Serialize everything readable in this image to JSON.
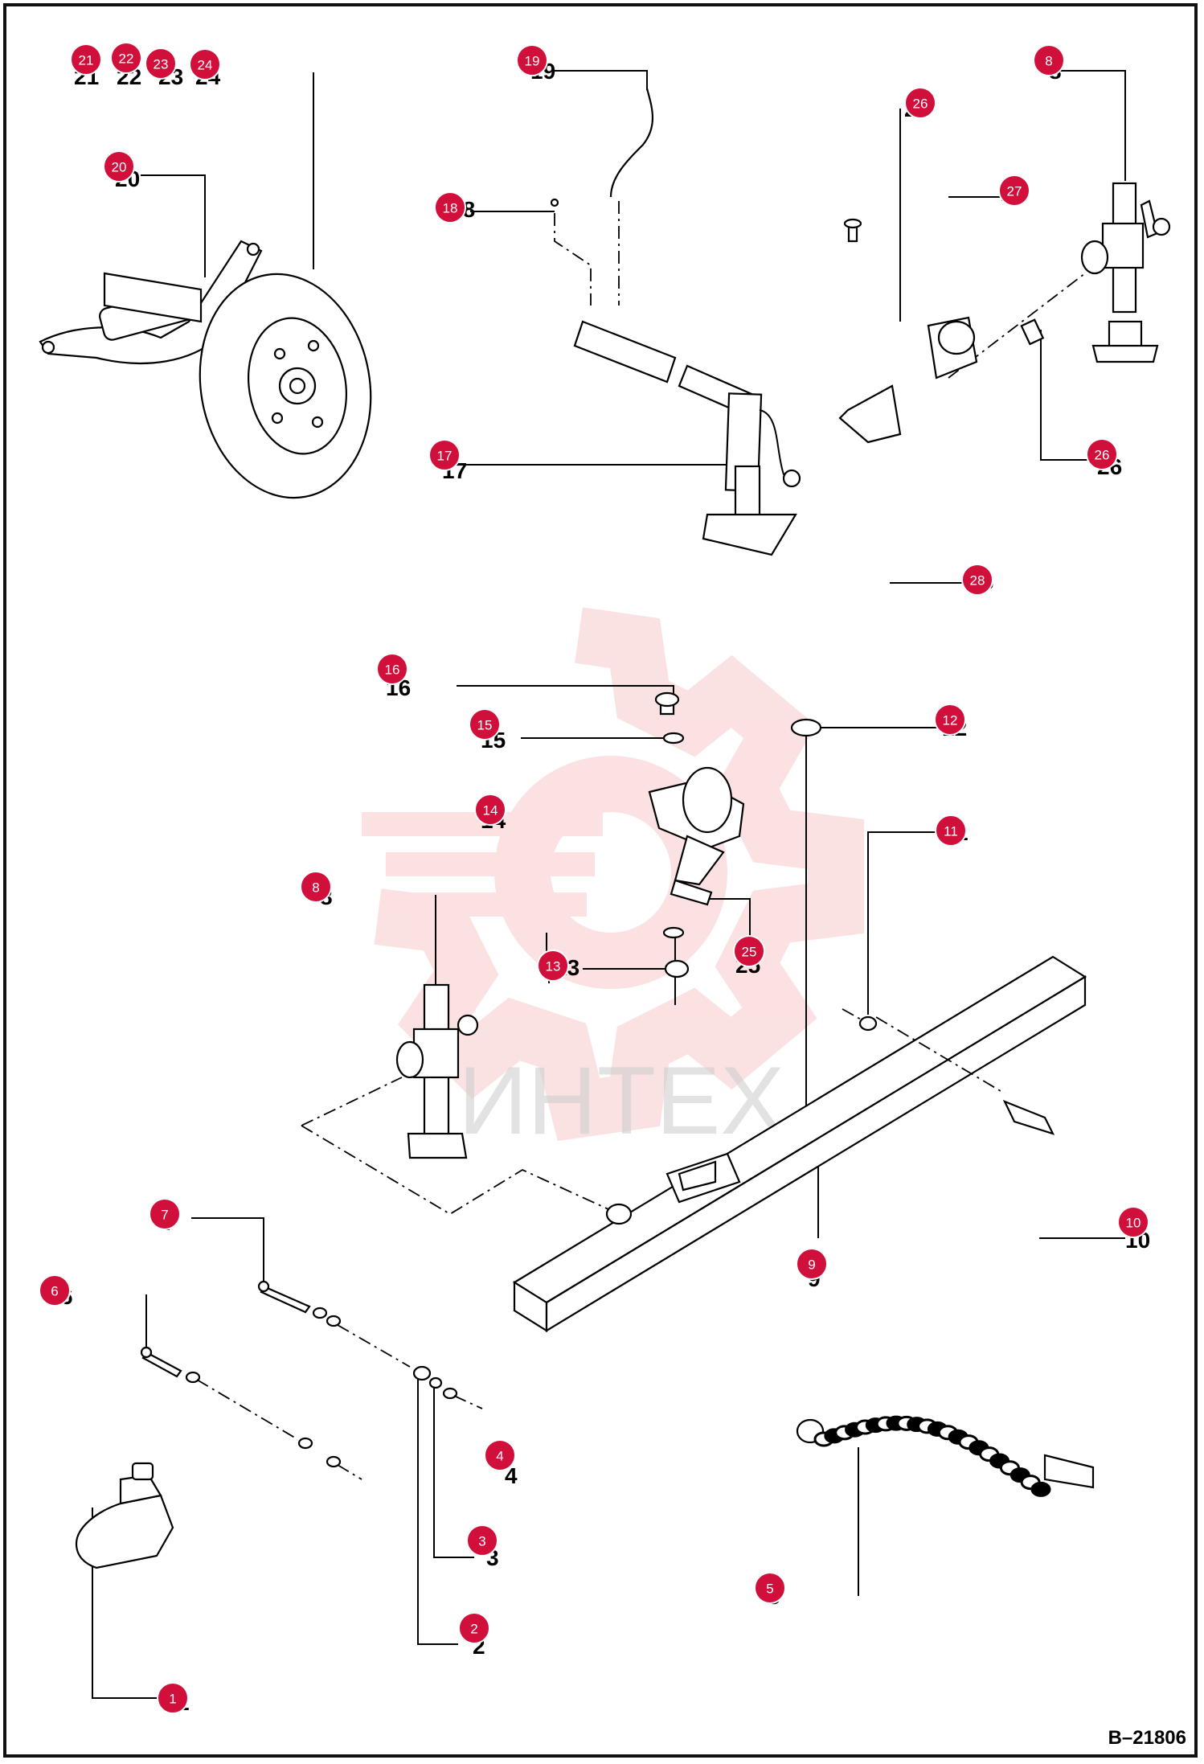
{
  "figure_label": "B–21806",
  "watermark_text": "ИНТЕХ",
  "colors": {
    "callout": "#d0103a",
    "watermark": "#f08c8c"
  },
  "callouts": [
    {
      "id": "1",
      "label": "1"
    },
    {
      "id": "2",
      "label": "2"
    },
    {
      "id": "3",
      "label": "3"
    },
    {
      "id": "4",
      "label": "4"
    },
    {
      "id": "5",
      "label": "5"
    },
    {
      "id": "6",
      "label": "6"
    },
    {
      "id": "7",
      "label": "7"
    },
    {
      "id": "8a",
      "label": "8"
    },
    {
      "id": "8b",
      "label": "8"
    },
    {
      "id": "9",
      "label": "9"
    },
    {
      "id": "10",
      "label": "10"
    },
    {
      "id": "11",
      "label": "11"
    },
    {
      "id": "12",
      "label": "12"
    },
    {
      "id": "13",
      "label": "13"
    },
    {
      "id": "14",
      "label": "14"
    },
    {
      "id": "15",
      "label": "15"
    },
    {
      "id": "16",
      "label": "16"
    },
    {
      "id": "17",
      "label": "17"
    },
    {
      "id": "18",
      "label": "18"
    },
    {
      "id": "19",
      "label": "19"
    },
    {
      "id": "20",
      "label": "20"
    },
    {
      "id": "21",
      "label": "21"
    },
    {
      "id": "22",
      "label": "22"
    },
    {
      "id": "23",
      "label": "23"
    },
    {
      "id": "24",
      "label": "24"
    },
    {
      "id": "25",
      "label": "25"
    },
    {
      "id": "26a",
      "label": "26"
    },
    {
      "id": "26b",
      "label": "26"
    },
    {
      "id": "27",
      "label": "27"
    },
    {
      "id": "28",
      "label": "28"
    }
  ]
}
